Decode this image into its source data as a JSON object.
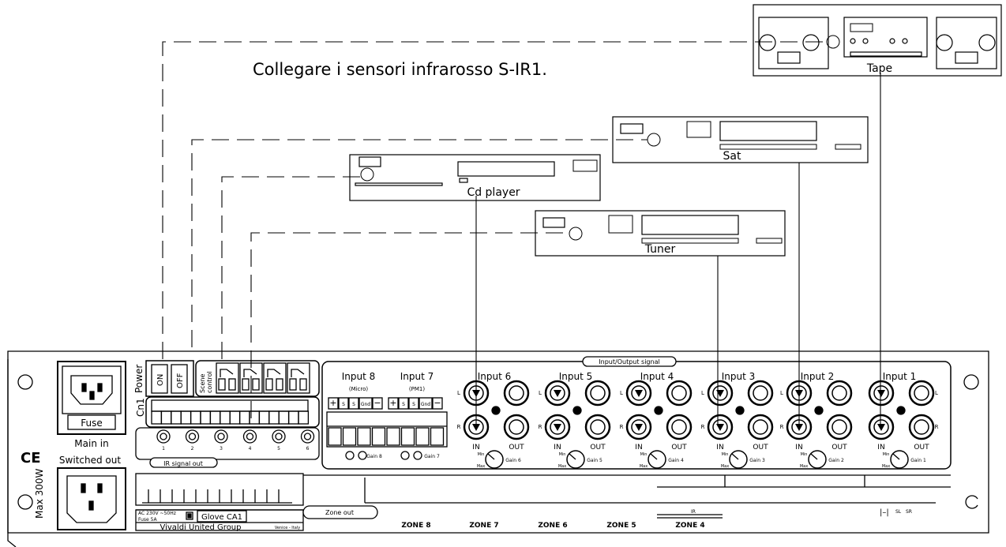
{
  "title": "Collegare i sensori infrarosso S-IR1.",
  "devices": {
    "tape": "Tape",
    "sat": "Sat",
    "cd": "Cd player",
    "tuner": "Tuner"
  },
  "panel": {
    "power_label": "Power",
    "on": "ON",
    "off": "OFF",
    "fuse": "Fuse",
    "main_in": "Main in",
    "switched_out": "Switched out",
    "max_power": "Max 300W",
    "ce": "CE",
    "scene_control": "Scene control",
    "scene_line1": "Scene",
    "scene_line2": "control",
    "cn1": "Cn1",
    "ir_signal_out": "IR signal out",
    "ir_numbers": [
      "1",
      "2",
      "3",
      "4",
      "5",
      "6"
    ],
    "io_signal": "Input/Output signal",
    "input8": "Input 8",
    "input8_sub": "(Micro)",
    "input7": "Input 7",
    "input7_sub": "(PM1)",
    "terminal_labels": [
      "+",
      "S",
      "S",
      "Gnd",
      "−"
    ],
    "gain8": "Gain 8",
    "gain7": "Gain 7",
    "inputs": [
      {
        "name": "Input 6",
        "gain": "Gain 6"
      },
      {
        "name": "Input 5",
        "gain": "Gain 5"
      },
      {
        "name": "Input 4",
        "gain": "Gain 4"
      },
      {
        "name": "Input 3",
        "gain": "Gain 3"
      },
      {
        "name": "Input 2",
        "gain": "Gain 2"
      },
      {
        "name": "Input 1",
        "gain": "Gain 1"
      }
    ],
    "jack_L": "L",
    "jack_R": "R",
    "jack_in": "IN",
    "jack_out": "OUT",
    "knob_min": "Min",
    "knob_max": "Max",
    "ac_line1": "AC 230V ~50Hz",
    "ac_line2": "Fuse 5A",
    "model": "Glove CA1",
    "maker": "Vivaldi United Group",
    "maker_sub": "Venice - Italy",
    "zone_out": "Zone out",
    "zones": [
      "ZONE 8",
      "ZONE 7",
      "ZONE 6",
      "ZONE 5",
      "ZONE 4"
    ],
    "ir_small": "IR",
    "sl": "SL",
    "sr": "SR"
  }
}
